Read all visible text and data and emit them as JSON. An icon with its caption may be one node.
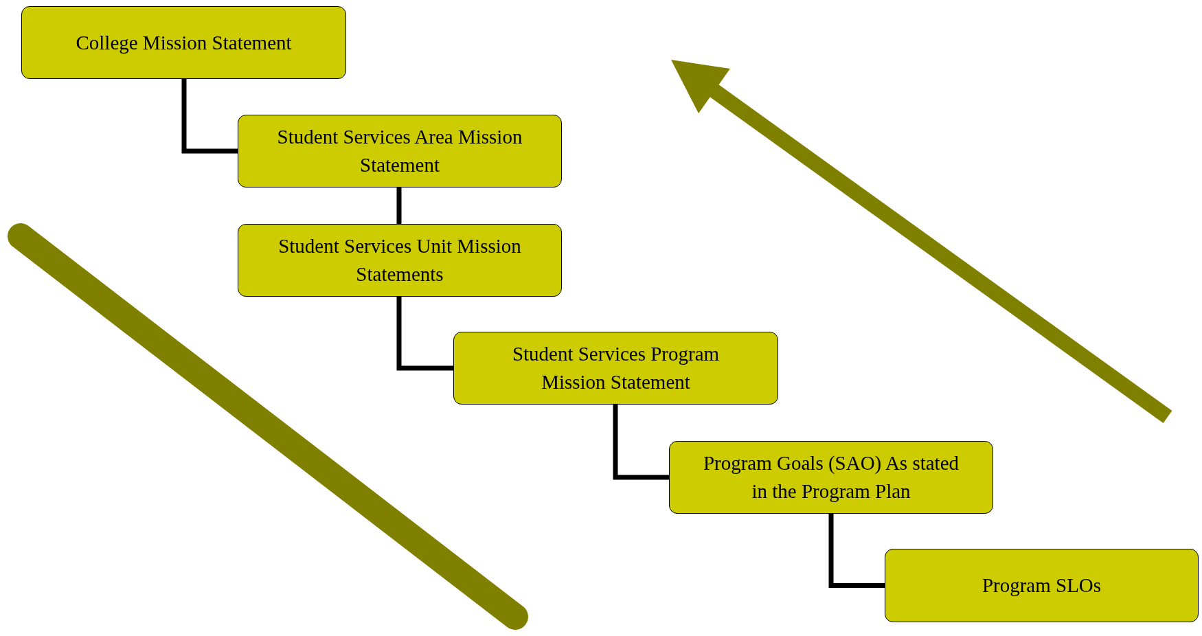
{
  "diagram": {
    "nodes": [
      {
        "text": [
          "College Mission Statement"
        ]
      },
      {
        "text": [
          "Student Services Area Mission Statement"
        ]
      },
      {
        "text": [
          "Student Services Unit Mission Statements"
        ]
      },
      {
        "text": [
          "Student Services Program Mission Statement"
        ]
      },
      {
        "text": [
          "Program Goals (SAO) As stated in the Program Plan"
        ]
      },
      {
        "text": [
          "Program SLOs"
        ]
      }
    ],
    "edges": [
      {
        "from": 0,
        "to": 1,
        "arrow": "none"
      },
      {
        "from": 1,
        "to": 2,
        "arrow": "none"
      },
      {
        "from": 2,
        "to": 3,
        "arrow": "none"
      },
      {
        "from": 3,
        "to": 4,
        "arrow": "none"
      },
      {
        "from": 4,
        "to": 5,
        "arrow": "none"
      }
    ]
  }
}
